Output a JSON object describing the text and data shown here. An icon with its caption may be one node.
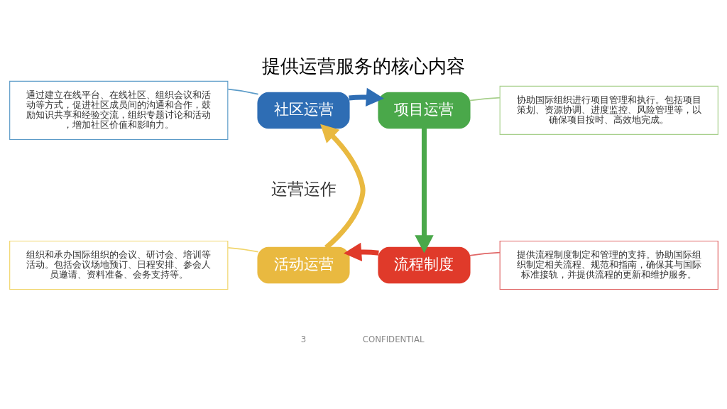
{
  "diagram": {
    "title": "提供运营服务的核心内容",
    "nodes": [
      {
        "text": [
          "社区运营"
        ]
      },
      {
        "text": [
          "项目运营"
        ]
      },
      {
        "text": [
          "流程制度"
        ]
      },
      {
        "text": [
          "活动运营"
        ]
      },
      {
        "text": [
          "通过建立在线平台、在线社区、组织会议和活动等方式，促进社区成员间的沟通和合作，鼓励知识共享和经验交流，组织专题讨论和活动，增加社区价值和影响力。"
        ]
      },
      {
        "text": [
          "协助国际组织进行项目管理和执行。包括项目策划、资源协调、进度监控、风险管理等，以确保项目按时、高效地完成。"
        ]
      },
      {
        "text": [
          "提供流程制度制定和管理的支持。协助国际组织制定相关流程、规范和指南，确保其与国际标准接轨，并提供流程的更新和维护服务。"
        ]
      },
      {
        "text": [
          "组织和承办国际组织的会议、研讨会、培训等活动。包括会议场地预订、日程安排、参会人员邀请、资料准备、会务支持等。"
        ]
      }
    ],
    "edges": [
      {
        "from": 0,
        "to": 1,
        "arrow": "to",
        "style": "thick",
        "color": "#2e6db4"
      },
      {
        "from": 1,
        "to": 2,
        "arrow": "to",
        "style": "thick",
        "color": "#4aa84a"
      },
      {
        "from": 2,
        "to": 3,
        "arrow": "to",
        "style": "thick",
        "color": "#e03a2a"
      },
      {
        "from": 3,
        "to": 0,
        "arrow": "to",
        "style": "thick",
        "color": "#e9b940"
      },
      {
        "from": 4,
        "to": 0,
        "arrow": "none",
        "color": "#5b9bc8"
      },
      {
        "from": 1,
        "to": 5,
        "arrow": "none",
        "color": "#a8d08d"
      },
      {
        "from": 2,
        "to": 6,
        "arrow": "none",
        "color": "#e06666"
      },
      {
        "from": 7,
        "to": 3,
        "arrow": "none",
        "color": "#f1d56b"
      }
    ],
    "labels": [
      "运营运作",
      "3",
      "CONFIDENTIAL"
    ]
  }
}
